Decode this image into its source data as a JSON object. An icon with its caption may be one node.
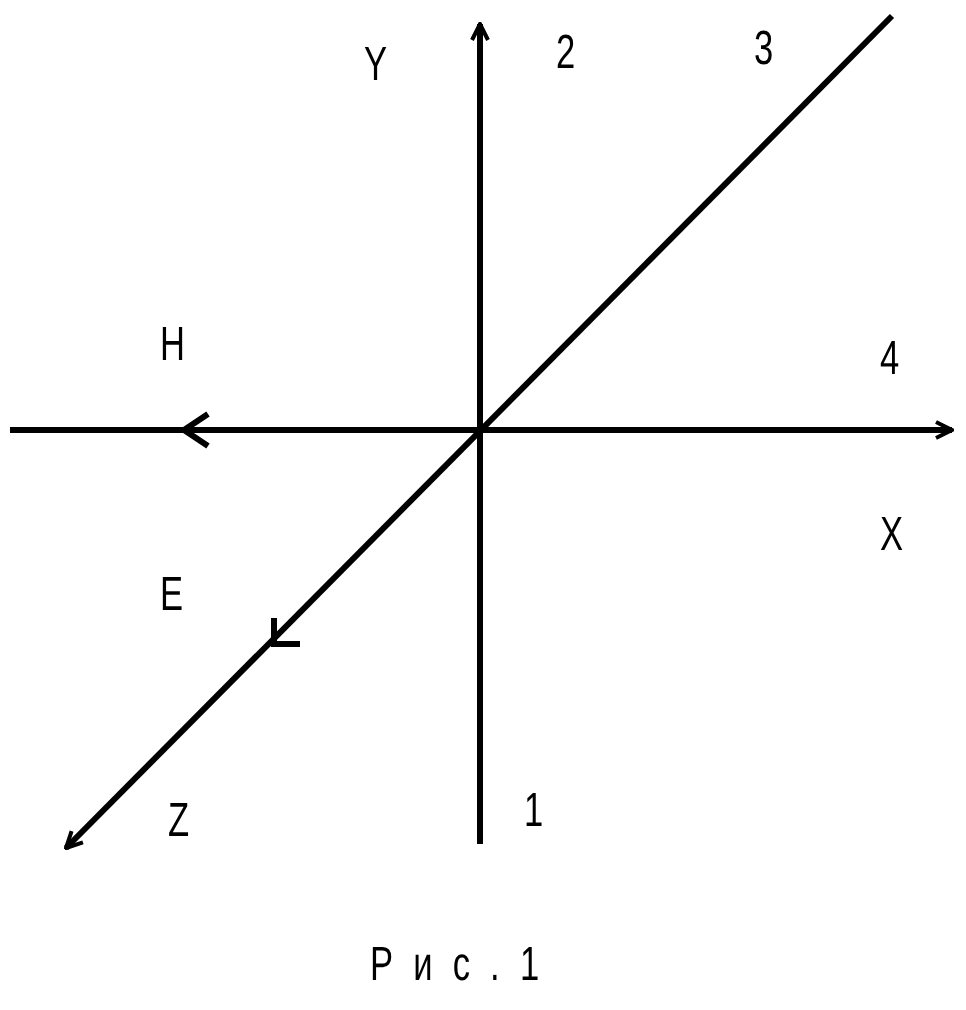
{
  "diagram": {
    "caption": "Рис.1",
    "labels": [
      "Y",
      "2",
      "3",
      "H",
      "4",
      "X",
      "E",
      "Z",
      "1"
    ]
  }
}
